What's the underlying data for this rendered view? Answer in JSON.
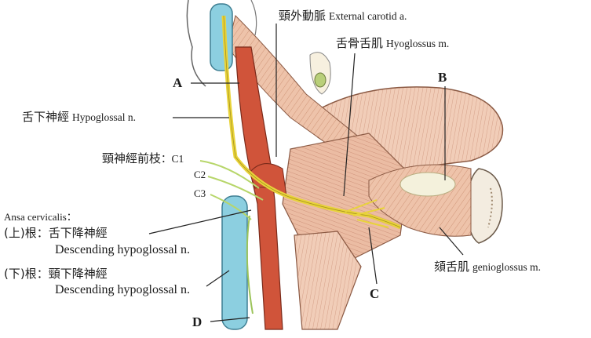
{
  "labels": {
    "external_carotid": {
      "cn": "頸外動脈",
      "en": "External carotid a."
    },
    "hyoglossus": {
      "cn": "舌骨舌肌",
      "en": "Hyoglossus m."
    },
    "hypoglossal": {
      "cn": "舌下神經",
      "en": "Hypoglossal n."
    },
    "cervical_branch": {
      "cn": "頸神經前枝",
      "c1": "：C1"
    },
    "c2": "C2",
    "c3": "C3",
    "ansa": "Ansa cervicalis：",
    "upper_root": {
      "prefix": "(上)根：",
      "cn": "舌下降神經",
      "en": "Descending hypoglossal n."
    },
    "lower_root": {
      "prefix": "(下)根：",
      "cn": "頸下降神經",
      "en": "Descending hypoglossal n."
    },
    "genioglossus": {
      "cn": "頦舌肌",
      "en": "genioglossus m."
    },
    "letter_a": "A",
    "letter_b": "B",
    "letter_c": "C",
    "letter_d": "D"
  },
  "colors": {
    "muscle": "#e9b79c",
    "muscle_line": "#b5654a",
    "artery": "#d0543a",
    "vein": "#8ccfe0",
    "nerve": "#e8d33a",
    "leader": "#222222"
  }
}
